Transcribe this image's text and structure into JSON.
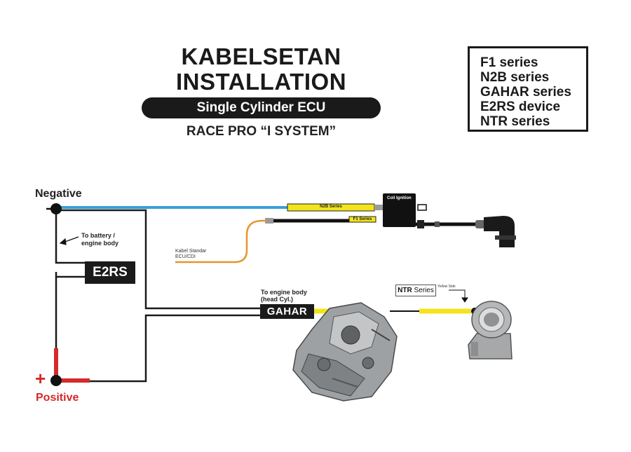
{
  "header": {
    "title_line1": "KABELSETAN",
    "title_line2": "INSTALLATION GUIDE",
    "pill_label": "Single Cylinder ECU",
    "subtitle": "RACE PRO “I SYSTEM”"
  },
  "series_box": {
    "items": [
      "F1 series",
      "N2B series",
      "GAHAR series",
      "E2RS device",
      "NTR series"
    ]
  },
  "diagram": {
    "negative_label": "Negative",
    "positive_label": "Positive",
    "plus_sign": "+",
    "to_battery_line1": "To battery /",
    "to_battery_line2": "engine body",
    "e2rs_label": "E2RS",
    "kabel_standar_line1": "Kabel Standar",
    "kabel_standar_line2": "ECU/CDI",
    "n2b_cable_label": "N2B Series",
    "f1_cable_label": "F1 Series",
    "coil_ignition_label": "Coil Ignition",
    "engine_body_line1": "To engine body",
    "engine_body_line2": "(head Cyl.)",
    "gahar_label": "GAHAR",
    "ntr_bold": "NTR",
    "ntr_rest": " Series",
    "yellow_side_label": "Yellow Side"
  },
  "colors": {
    "negative_wire": "#3a9fd8",
    "positive_wire": "#d42a2a",
    "n2b_sleeve": "#f3e41c",
    "ecu_wire": "#e8942e",
    "ground_wire": "#1a1a1a"
  }
}
